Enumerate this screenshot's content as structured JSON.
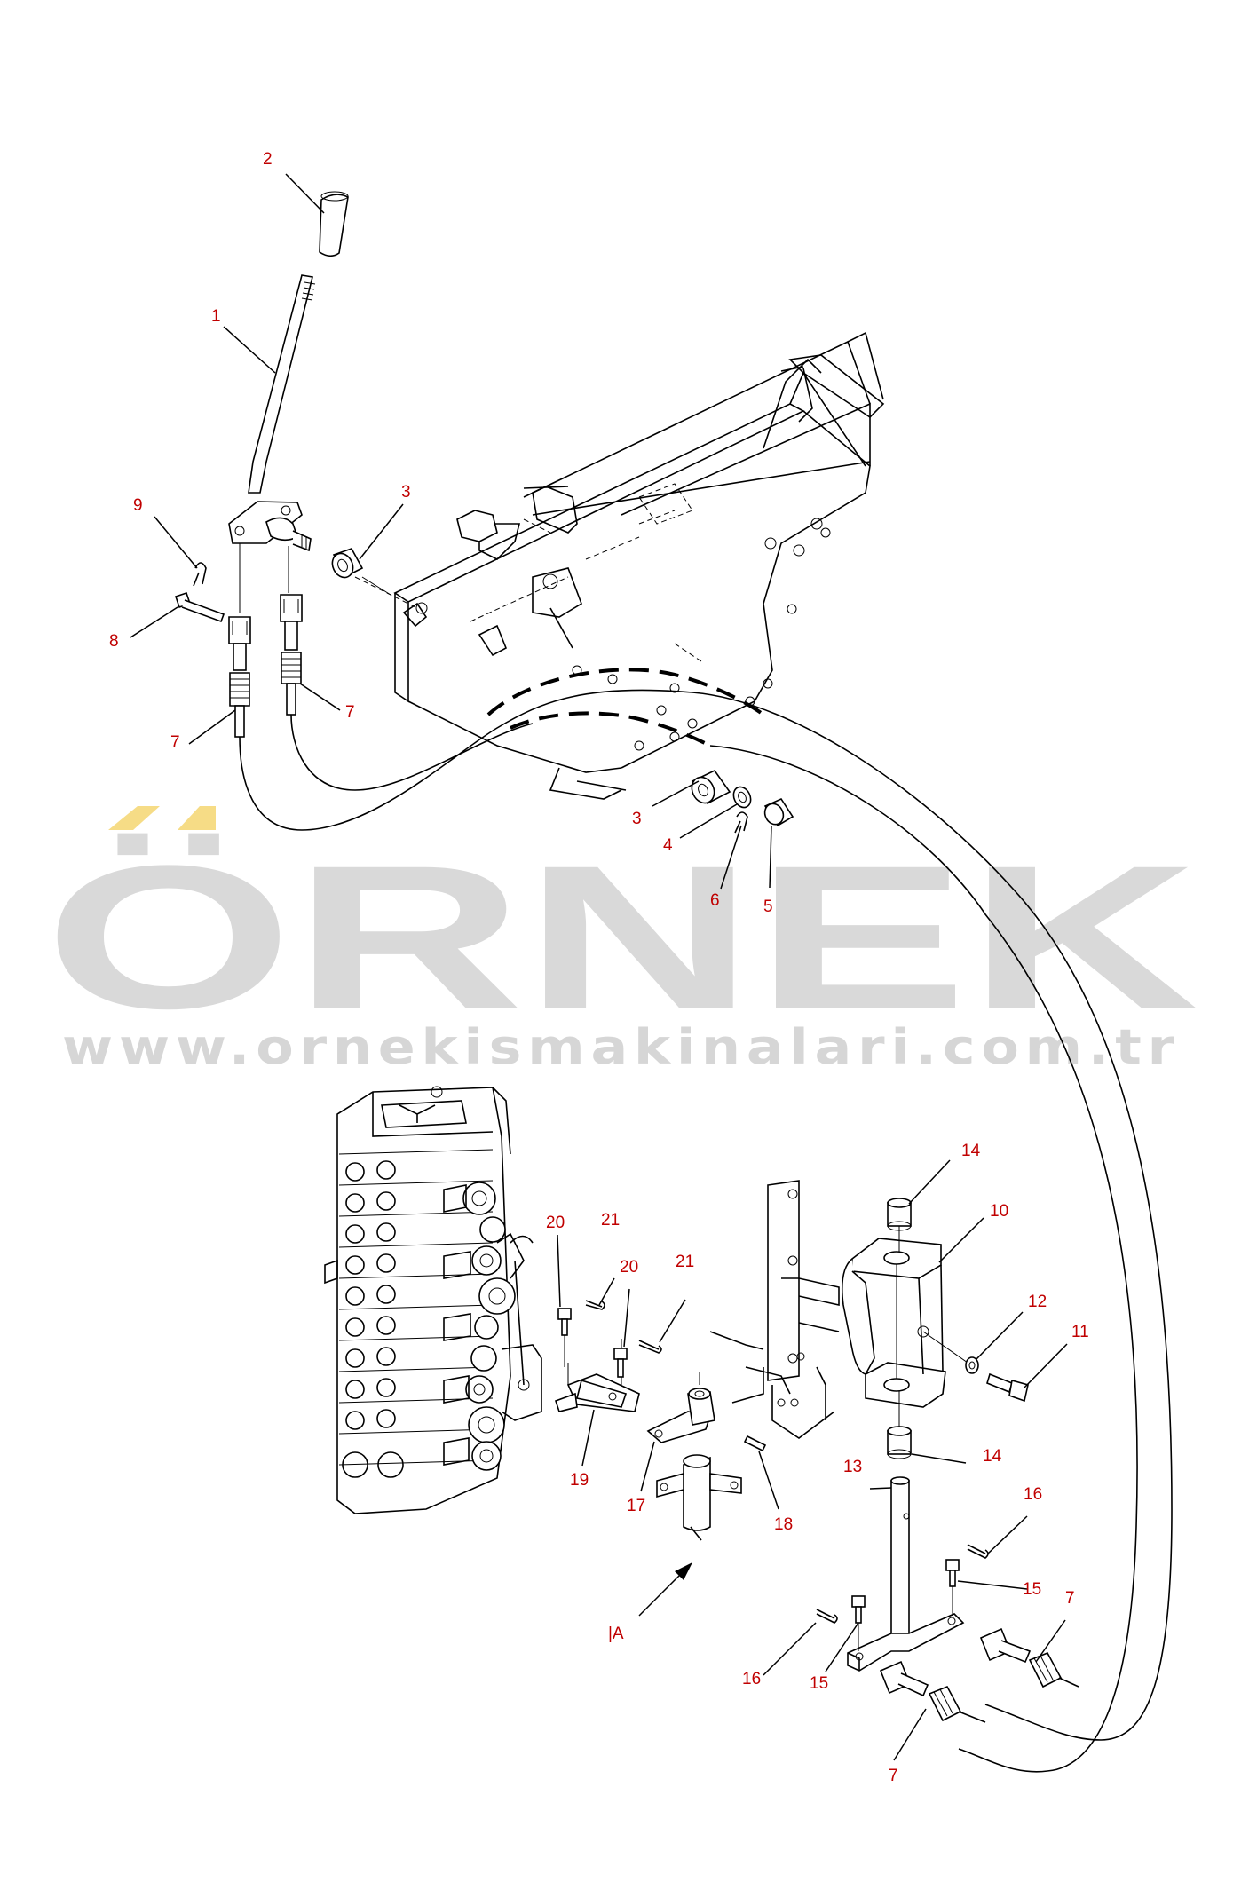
{
  "watermark": {
    "brand": "ÖRNEK",
    "url": "www.ornekismakinalari.com.tr",
    "accent_color": "#f6dc86",
    "text_color": "#d9d9d9"
  },
  "callout_color": "#c00000",
  "callouts": {
    "c2": "2",
    "c1": "1",
    "c3a": "3",
    "c9": "9",
    "c8": "8",
    "c7a": "7",
    "c7b": "7",
    "c3b": "3",
    "c4": "4",
    "c6": "6",
    "c5": "5",
    "c14a": "14",
    "c10": "10",
    "c12": "12",
    "c11": "11",
    "c20a": "20",
    "c21a": "21",
    "c20b": "20",
    "c21b": "21",
    "c19": "19",
    "c17": "17",
    "c18": "18",
    "c14b": "14",
    "c13": "13",
    "c16a": "16",
    "c15a": "15",
    "c7c": "7",
    "c16b": "16",
    "c15b": "15",
    "c7d": "7",
    "cA": "|A"
  }
}
